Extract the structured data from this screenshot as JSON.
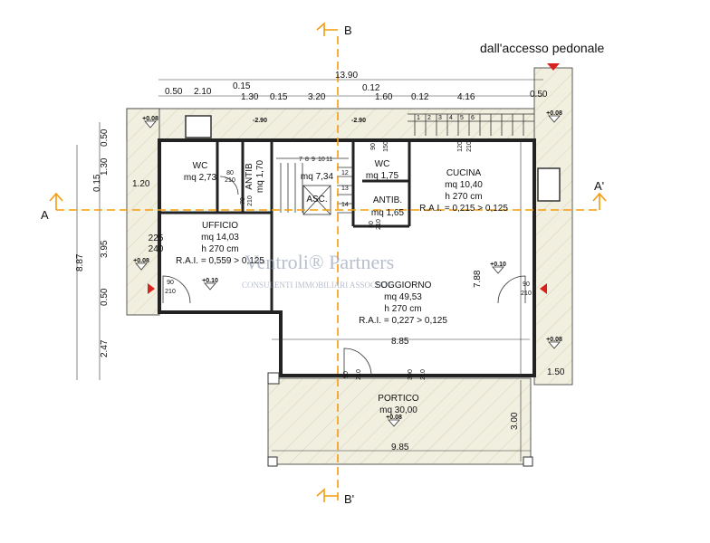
{
  "access_label": "dall'accesso pedonale",
  "section_labels": {
    "a_left": "A",
    "a_right": "A'",
    "b_top": "B",
    "b_bottom": "B'"
  },
  "dims": {
    "total_top": "13.90",
    "top": [
      "0.50",
      "2.10",
      "0.15",
      "1.30",
      "0.15",
      "3.20",
      "0.12",
      "1.60",
      "0.12",
      "4.16",
      "0.50"
    ],
    "left_total": "8.87",
    "left": [
      "0.50",
      "1.30",
      "0.15",
      "3.95",
      "0.50",
      "2.47"
    ],
    "left_small": "1.20",
    "soggiorno_h": "7.88",
    "soggiorno_w": "8.85",
    "right_small": "1.50",
    "portico_w": "9.85",
    "portico_h": "3.00"
  },
  "rooms": {
    "wc1": {
      "name": "WC",
      "area": "mq 2,73"
    },
    "antib1": {
      "name": "ANTIB",
      "area": "mq 1,70"
    },
    "stair_area": "mq 7,34",
    "asc": "ASC.",
    "wc2": {
      "name": "WC",
      "area": "mq 1,75"
    },
    "antib2": {
      "name": "ANTIB.",
      "area": "mq 1,65"
    },
    "cucina": {
      "name": "CUCINA",
      "area": "mq 10,40",
      "height": "h 270 cm",
      "rai": "R.A.I. = 0,215 > 0,125"
    },
    "ufficio": {
      "name": "UFFICIO",
      "area": "mq 14,03",
      "height": "h 270 cm",
      "rai": "R.A.I. = 0,559 > 0,125",
      "win_a": "225",
      "win_b": "240"
    },
    "soggiorno": {
      "name": "SOGGIORNO",
      "area": "mq 49,53",
      "height": "h 270 cm",
      "rai": "R.A.I. = 0,227 > 0,125"
    },
    "portico": {
      "name": "PORTICO",
      "area": "mq 30,00"
    }
  },
  "levels": {
    "tl": "+0.08",
    "tr": "+0.08",
    "l": "+0.08",
    "r": "+0.08",
    "portico": "+0.08",
    "uff": "+0.10",
    "sog": "+0.10",
    "s1": "-2.90",
    "s2": "-2.90"
  },
  "doors": {
    "wc1_w": "80",
    "wc1_h": "210",
    "an1_w": "70",
    "an1_h": "210",
    "wc2_w": "90",
    "wc2_h": "150",
    "cu_w": "120",
    "cu_h": "210",
    "uf_w": "90",
    "uf_h": "210",
    "sg_w": "90",
    "sg_h": "210",
    "po1_w": "90",
    "po1_h": "210",
    "po2_w": "300",
    "po2_h": "210",
    "an2_w": "80",
    "an2_h": "210"
  },
  "stair_numbers": [
    "1",
    "2",
    "3",
    "4",
    "5",
    "6",
    "7",
    "8",
    "9",
    "10",
    "11",
    "12",
    "13",
    "14"
  ],
  "watermark": {
    "name": "Ventroli® Partners",
    "tagline": "CONSULENTI IMMOBILIARI ASSOCIATI"
  },
  "colors": {
    "section": "#f39c12",
    "wall": "#222222",
    "hatch": "#f1efe0",
    "arrow": "#d9221d"
  }
}
